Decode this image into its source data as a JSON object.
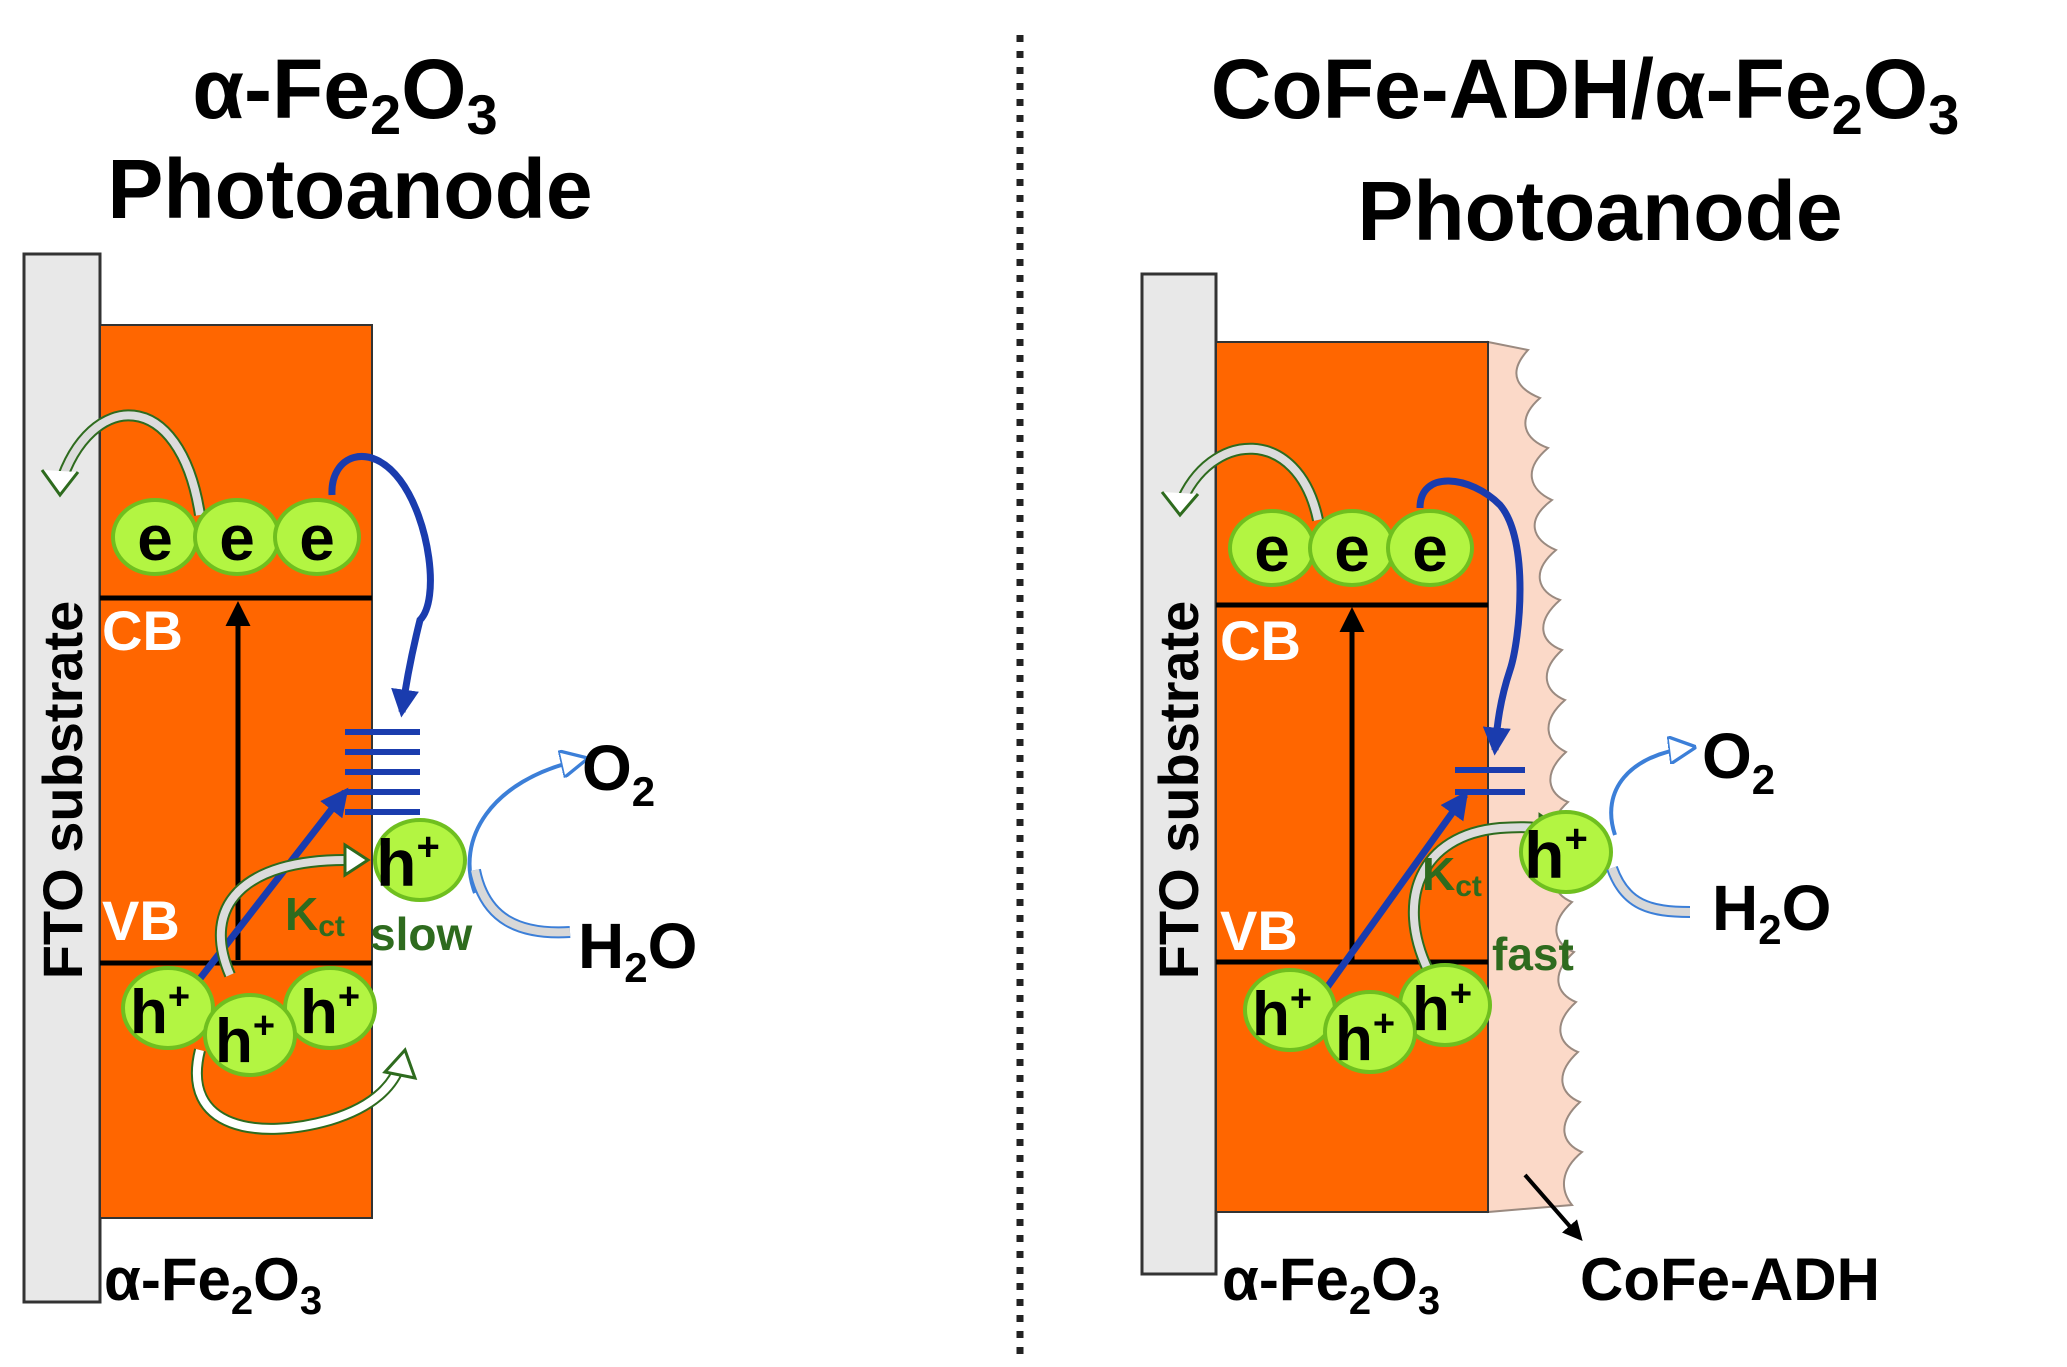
{
  "left_panel": {
    "title_main": "α-Fe",
    "title_sub1": "2",
    "title_o": "O",
    "title_sub2": "3",
    "title_line2": "Photoanode",
    "substrate_label": "FTO substrate",
    "electron_label": "e",
    "cb_label": "CB",
    "vb_label": "VB",
    "hole_label": "h",
    "hole_charge": "+",
    "kct_k": "K",
    "kct_sub": "ct",
    "rate_label": "slow",
    "o2_o": "O",
    "o2_sub": "2",
    "h2o_h": "H",
    "h2o_sub": "2",
    "h2o_o": "O",
    "bottom_main": "α-Fe",
    "bottom_sub1": "2",
    "bottom_o": "O",
    "bottom_sub2": "3"
  },
  "right_panel": {
    "title_line1": "CoFe-ADH/α-Fe",
    "title_sub1": "2",
    "title_o": "O",
    "title_sub2": "3",
    "title_line2": "Photoanode",
    "substrate_label": "FTO substrate",
    "electron_label": "e",
    "cb_label": "CB",
    "vb_label": "VB",
    "hole_label": "h",
    "hole_charge": "+",
    "kct_k": "K",
    "kct_sub": "ct",
    "rate_label": "fast",
    "o2_o": "O",
    "o2_sub": "2",
    "h2o_h": "H",
    "h2o_sub": "2",
    "h2o_o": "O",
    "bottom_main": "α-Fe",
    "bottom_sub1": "2",
    "bottom_o": "O",
    "bottom_sub2": "3",
    "cofe_label": "CoFe-ADH"
  },
  "colors": {
    "hematite": "#ff6600",
    "substrate": "#e8e8e8",
    "carrier": "#b3f542",
    "carrier_border": "#6fbf1f",
    "trap": "#1a3cae",
    "kct_text": "#2e6b1e",
    "cofe_layer": "#fbd9c8"
  }
}
